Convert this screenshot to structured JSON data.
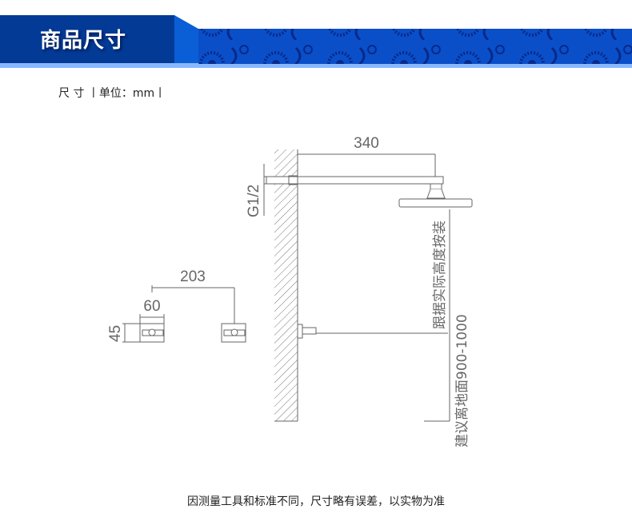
{
  "header": {
    "title": "商品尺寸"
  },
  "unit_line": "尺  寸 丨单位：mm丨",
  "dimensions": {
    "arm_length": "340",
    "thread": "G1/2",
    "valve_spacing": "203",
    "valve_width": "60",
    "valve_height": "45",
    "height_note_top": "跟据实际高度按装",
    "height_note_bottom": "建议离地面900-1000"
  },
  "footer_note": "因测量工具和标准不同，尺寸略有误差，以实物为准",
  "colors": {
    "banner_dark": "#023a96",
    "banner_light": "#8ab8ff",
    "pattern": "#0a4fc8"
  }
}
